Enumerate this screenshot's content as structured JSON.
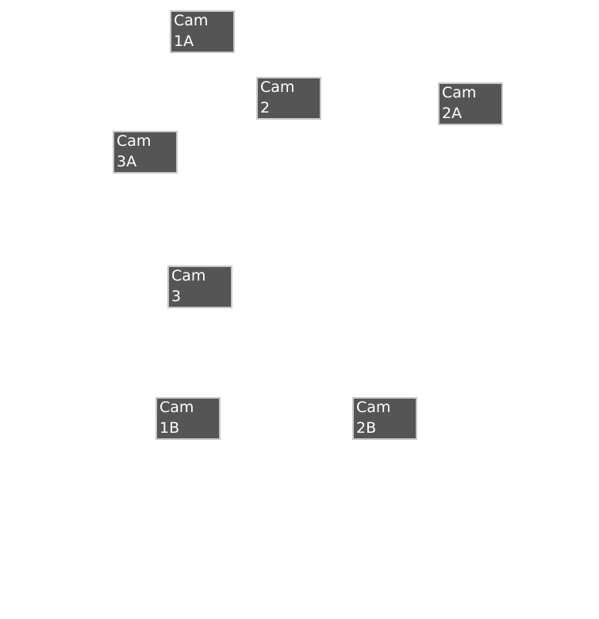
{
  "cameras": [
    {
      "id": "1A",
      "line1": "Cam",
      "line2": "1A"
    },
    {
      "id": "2",
      "line1": "Cam",
      "line2": "2"
    },
    {
      "id": "2A",
      "line1": "Cam",
      "line2": "2A"
    },
    {
      "id": "3A",
      "line1": "Cam",
      "line2": "3A"
    },
    {
      "id": "3",
      "line1": "Cam",
      "line2": "3"
    },
    {
      "id": "1B",
      "line1": "Cam",
      "line2": "1B"
    },
    {
      "id": "2B",
      "line1": "Cam",
      "line2": "2B"
    }
  ],
  "colors": {
    "box_fill": "#555555",
    "box_border": "#c8c8c8",
    "text": "#ffffff"
  }
}
